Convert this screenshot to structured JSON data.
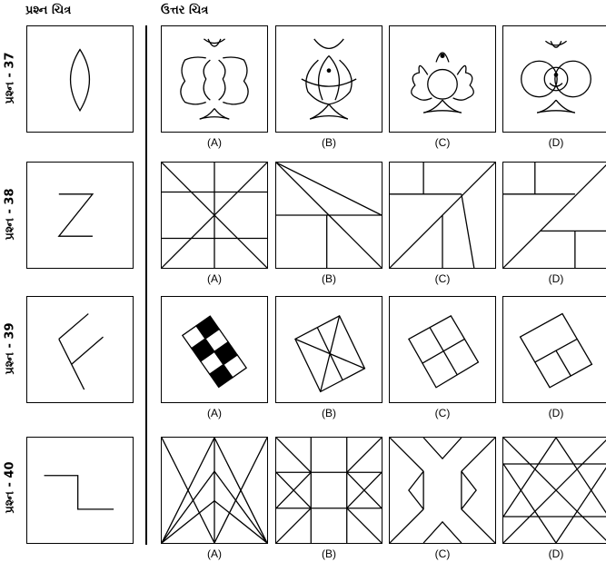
{
  "headers": {
    "question_figure": "પ્રશ્ન ચિત્ર",
    "answer_figures": "ઉત્તર ચિત્ર"
  },
  "questions": [
    {
      "label": "પ્રશ્ન - 37",
      "options": [
        "(A)",
        "(B)",
        "(C)",
        "(D)"
      ]
    },
    {
      "label": "પ્રશ્ન - 38",
      "options": [
        "(A)",
        "(B)",
        "(C)",
        "(D)"
      ]
    },
    {
      "label": "પ્રશ્ન - 39",
      "options": [
        "(A)",
        "(B)",
        "(C)",
        "(D)"
      ]
    },
    {
      "label": "પ્રશ્ન - 40",
      "options": [
        "(A)",
        "(B)",
        "(C)",
        "(D)"
      ]
    }
  ]
}
